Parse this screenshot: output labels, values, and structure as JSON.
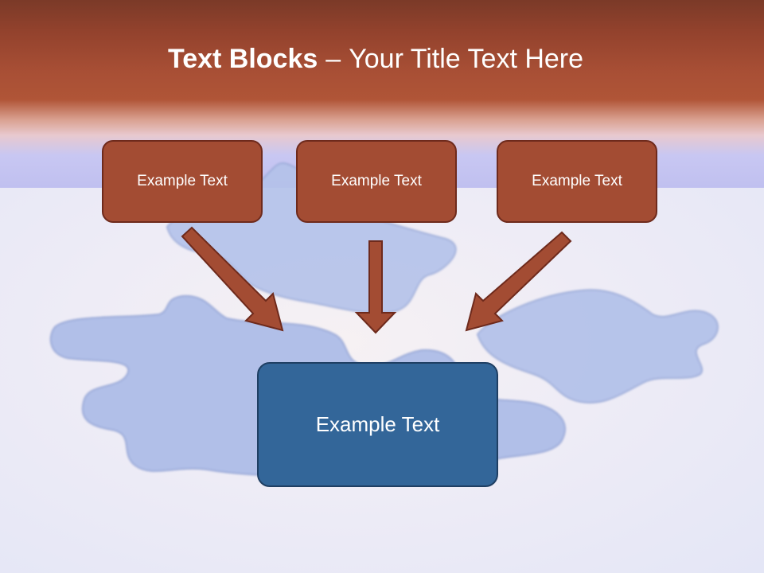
{
  "slide": {
    "title_bold": "Text Blocks",
    "title_dash": "–",
    "title_rest": "Your Title Text Here"
  },
  "top_boxes": [
    {
      "text": "Example Text"
    },
    {
      "text": "Example Text"
    },
    {
      "text": "Example Text"
    }
  ],
  "bottom_box": {
    "text": "Example Text"
  },
  "colors": {
    "header": "#a84f35",
    "box_red": "#a34c33",
    "box_blue": "#336699",
    "arrow": "#a34c33",
    "puzzle": "#a9b9e6"
  },
  "icons": [
    "puzzle-piece-icon",
    "arrow-down-right-icon",
    "arrow-down-icon",
    "arrow-down-left-icon"
  ]
}
